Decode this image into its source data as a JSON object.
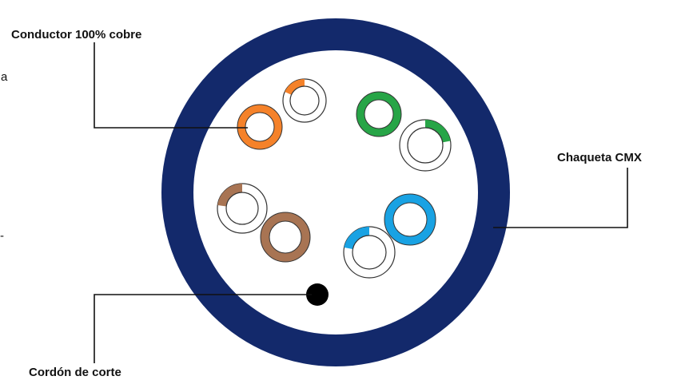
{
  "labels": {
    "conductor": "Conductor 100% cobre",
    "jacket": "Chaqueta CMX",
    "ripcord": "Cordón de corte"
  },
  "edge_fragments": {
    "left_a": "a",
    "left_dash": "-"
  },
  "colors": {
    "jacket": "#13296b",
    "core": "#ffffff",
    "orange": "#f5822a",
    "green": "#27a547",
    "blue": "#19a2e3",
    "brown": "#a87453",
    "white_insulation": "#ffffff",
    "outline": "#222222",
    "ripcord": "#000000",
    "leader_line": "#111111"
  },
  "pairs": [
    {
      "name": "orange-pair",
      "solid": "orange",
      "stripe": "orange"
    },
    {
      "name": "green-pair",
      "solid": "green",
      "stripe": "green"
    },
    {
      "name": "blue-pair",
      "solid": "blue",
      "stripe": "blue"
    },
    {
      "name": "brown-pair",
      "solid": "brown",
      "stripe": "brown"
    }
  ]
}
